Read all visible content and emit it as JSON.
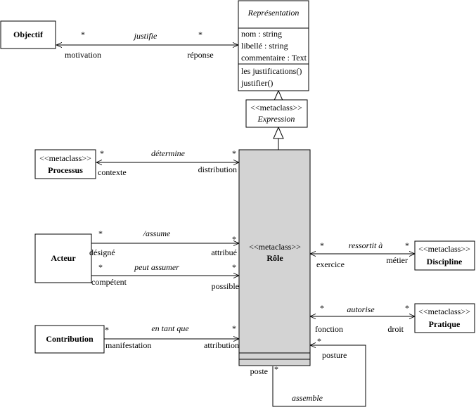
{
  "classes": {
    "objectif": {
      "name": "Objectif"
    },
    "representation": {
      "name": "Représentation",
      "attributes": [
        "nom : string",
        "libellé : string",
        "commentaire : Text"
      ],
      "operations": [
        "les justifications()",
        "justifier()"
      ]
    },
    "expression": {
      "stereotype": "<<metaclass>>",
      "name": "Expression"
    },
    "processus": {
      "stereotype": "<<metaclass>>",
      "name": "Processus"
    },
    "acteur": {
      "name": "Acteur"
    },
    "contribution": {
      "name": "Contribution"
    },
    "role": {
      "stereotype": "<<metaclass>>",
      "name": "Rôle"
    },
    "discipline": {
      "stereotype": "<<metaclass>>",
      "name": "Discipline"
    },
    "pratique": {
      "stereotype": "<<metaclass>>",
      "name": "Pratique"
    }
  },
  "associations": {
    "justifie": {
      "name": "justifie",
      "mult_left": "*",
      "mult_right": "*",
      "role_left": "motivation",
      "role_right": "réponse"
    },
    "determine": {
      "name": "détermine",
      "mult_left": "*",
      "mult_right": "*",
      "role_left": "contexte",
      "role_right": "distribution"
    },
    "assume": {
      "name": "/assume",
      "mult_left": "*",
      "mult_right": "*",
      "role_left": "désigné",
      "role_right": "attribué"
    },
    "peut_assumer": {
      "name": "peut assumer",
      "mult_left": "*",
      "mult_right": "*",
      "role_left": "compétent",
      "role_right": "possible"
    },
    "en_tant_que": {
      "name": "en tant que",
      "mult_left": "*",
      "mult_right": "*",
      "role_left": "manifestation",
      "role_right": "attribution"
    },
    "ressortit": {
      "name": "ressortit à",
      "mult_left": "*",
      "mult_right": "*",
      "role_left": "exercice",
      "role_right": "métier"
    },
    "autorise": {
      "name": "autorise",
      "mult_left": "*",
      "mult_right": "*",
      "role_left": "fonction",
      "role_right": "droit"
    },
    "assemble": {
      "name": "assemble",
      "mult_top": "*",
      "mult_bottom": "*",
      "role_top": "posture",
      "role_bottom": "poste"
    }
  }
}
